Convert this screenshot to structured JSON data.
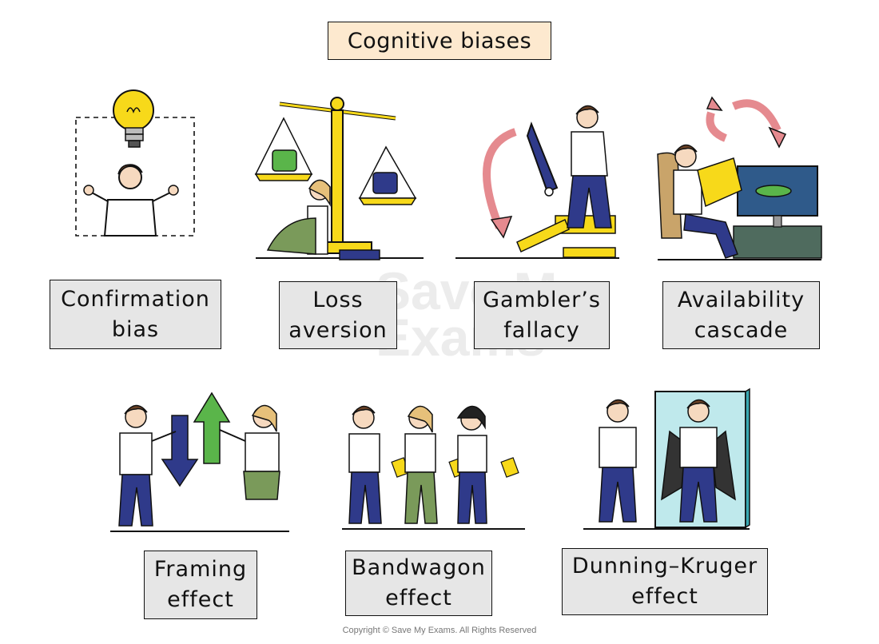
{
  "title": "Cognitive biases",
  "watermark": {
    "line1": "Save My",
    "line2": "Exams"
  },
  "biases": [
    {
      "label": "Confirmation\nbias",
      "icon": "lightbulb-thinker-icon"
    },
    {
      "label": "Loss\naversion",
      "icon": "balance-scale-icon"
    },
    {
      "label": "Gambler’s\nfallacy",
      "icon": "gambler-lever-icon"
    },
    {
      "label": "Availability\ncascade",
      "icon": "tv-ufo-icon"
    },
    {
      "label": "Framing\neffect",
      "icon": "up-down-arrows-icon"
    },
    {
      "label": "Bandwagon\neffect",
      "icon": "crowd-following-icon"
    },
    {
      "label": "Dunning–Kruger\neffect",
      "icon": "mirror-superhero-icon"
    }
  ],
  "copyright": "Copyright © Save My Exams. All Rights Reserved",
  "colors": {
    "title_bg": "#fde9cf",
    "label_bg": "#e6e6e6",
    "yellow": "#f7d91a",
    "navy": "#2f3a8a",
    "green": "#5ab54a",
    "pink": "#e58a8f"
  }
}
